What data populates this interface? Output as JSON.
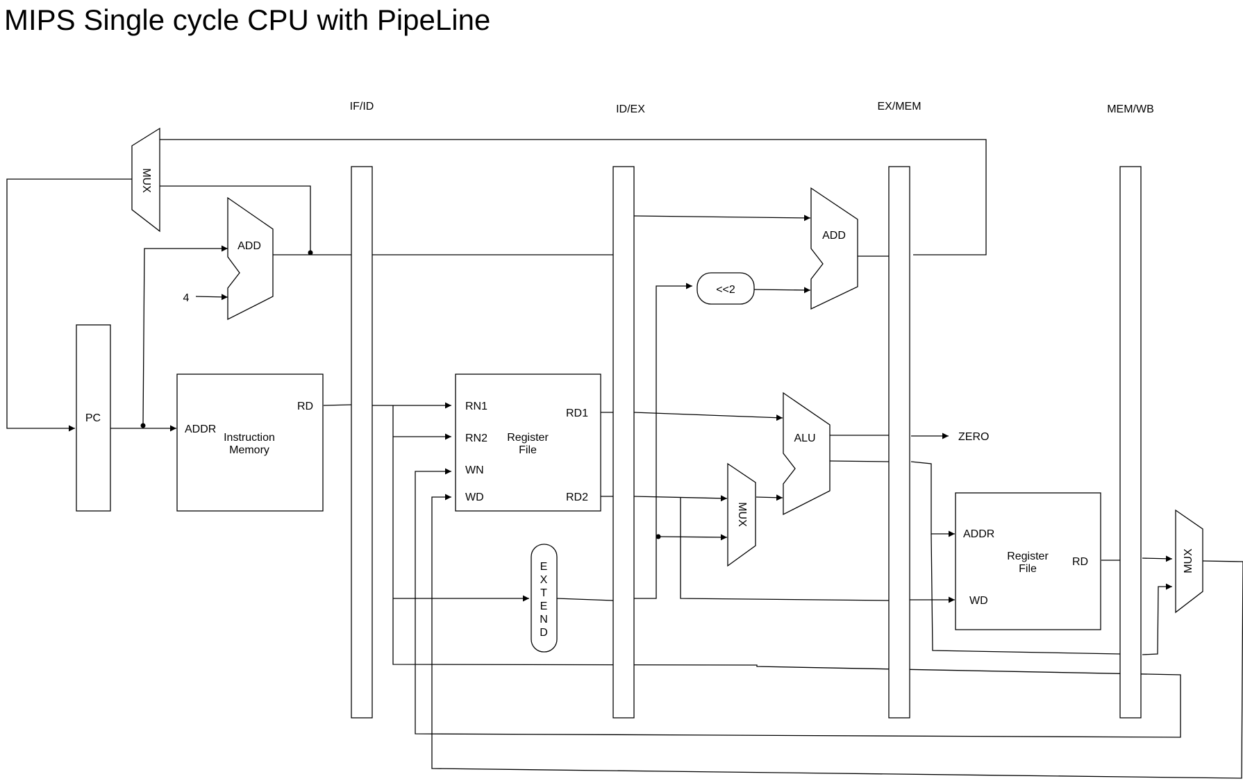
{
  "title": "MIPS Single cycle CPU with PipeLine",
  "stage_registers": {
    "if_id": "IF/ID",
    "id_ex": "ID/EX",
    "ex_mem": "EX/MEM",
    "mem_wb": "MEM/WB"
  },
  "pc": {
    "label": "PC"
  },
  "pc_mux": {
    "label": "MUX"
  },
  "pc_adder": {
    "label": "ADD",
    "constant": "4"
  },
  "instruction_memory": {
    "name_line1": "Instruction",
    "name_line2": "Memory",
    "addr_port": "ADDR",
    "rd_port": "RD"
  },
  "register_file": {
    "name_line1": "Register",
    "name_line2": "File",
    "rn1_port": "RN1",
    "rn2_port": "RN2",
    "wn_port": "WN",
    "wd_port": "WD",
    "rd1_port": "RD1",
    "rd2_port": "RD2"
  },
  "sign_extend": {
    "letters": [
      "E",
      "X",
      "T",
      "E",
      "N",
      "D"
    ]
  },
  "shift_left": {
    "label": "<<2"
  },
  "branch_adder": {
    "label": "ADD"
  },
  "alu_mux": {
    "label": "MUX"
  },
  "alu": {
    "label": "ALU",
    "zero_output": "ZERO"
  },
  "data_memory": {
    "name_line1": "Register",
    "name_line2": "File",
    "addr_port": "ADDR",
    "wd_port": "WD",
    "rd_port": "RD"
  },
  "writeback_mux": {
    "label": "MUX"
  }
}
